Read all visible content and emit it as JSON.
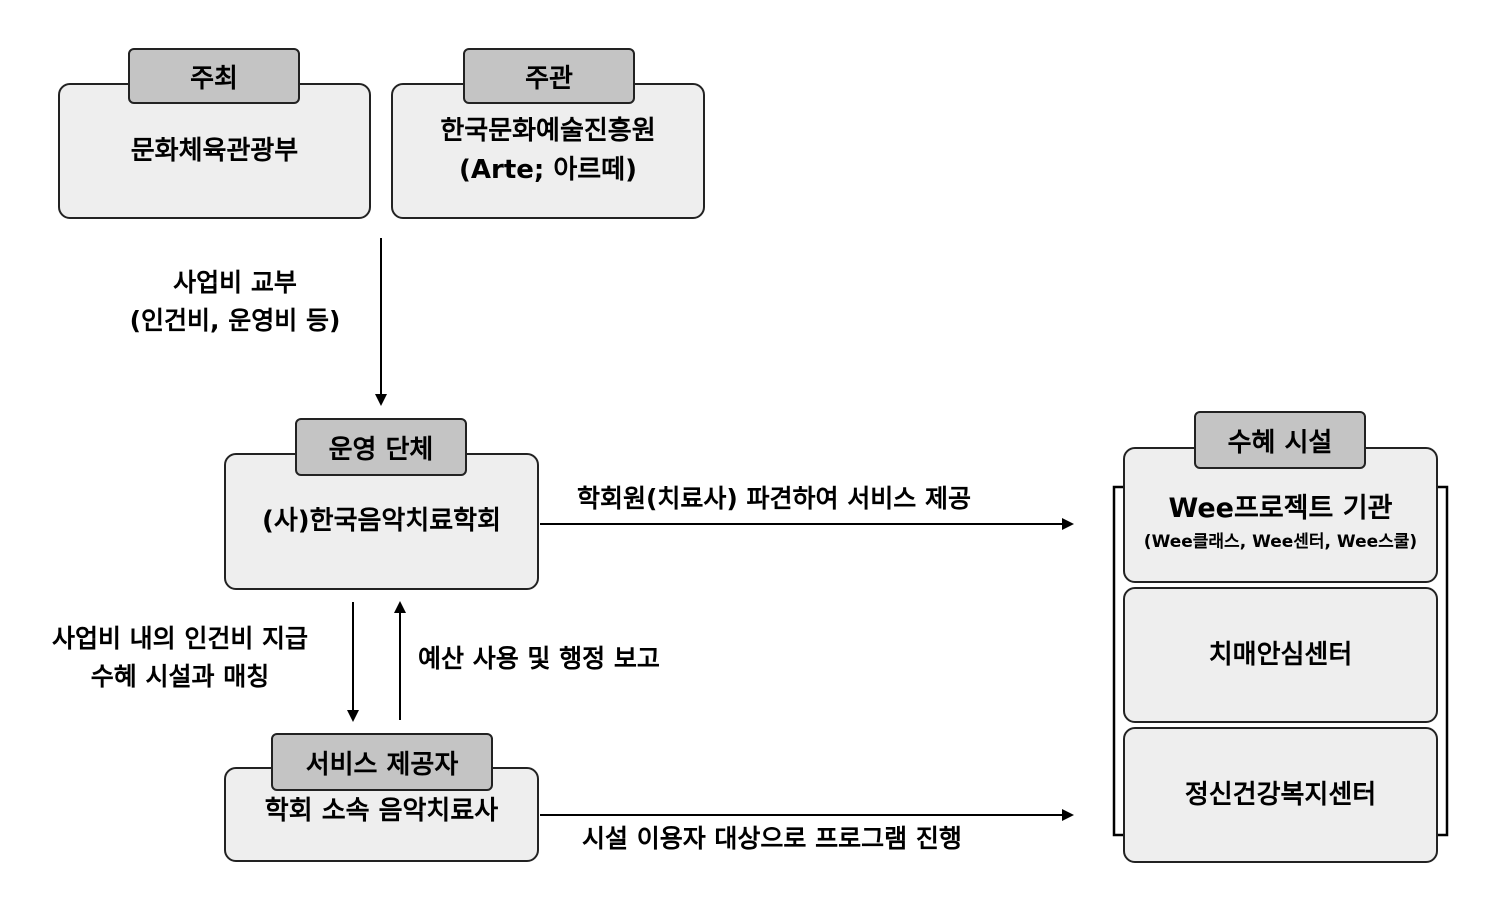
{
  "host": {
    "tag": "주최",
    "name": "문화체육관광부"
  },
  "organizer": {
    "tag": "주관",
    "name_line1": "한국문화예술진흥원",
    "name_line2": "(Arte; 아르떼)"
  },
  "funding_label": {
    "line1": "사업비 교부",
    "line2": "(인건비, 운영비 등)"
  },
  "operator": {
    "tag": "운영 단체",
    "name": "(사)한국음악치료학회"
  },
  "dispatch_label": "학회원(치료사) 파견하여 서비스 제공",
  "payment_label": {
    "line1": "사업비 내의 인건비 지급",
    "line2": "수혜 시설과 매칭"
  },
  "report_label": "예산 사용 및 행정 보고",
  "provider": {
    "tag": "서비스 제공자",
    "name": "학회 소속 음악치료사"
  },
  "program_label": "시설 이용자 대상으로 프로그램 진행",
  "beneficiary": {
    "tag": "수혜 시설",
    "facilities": [
      {
        "title": "Wee프로젝트 기관",
        "subtitle": "(Wee클래스, Wee센터, Wee스쿨)"
      },
      {
        "title": "치매안심센터"
      },
      {
        "title": "정신건강복지센터"
      }
    ]
  }
}
